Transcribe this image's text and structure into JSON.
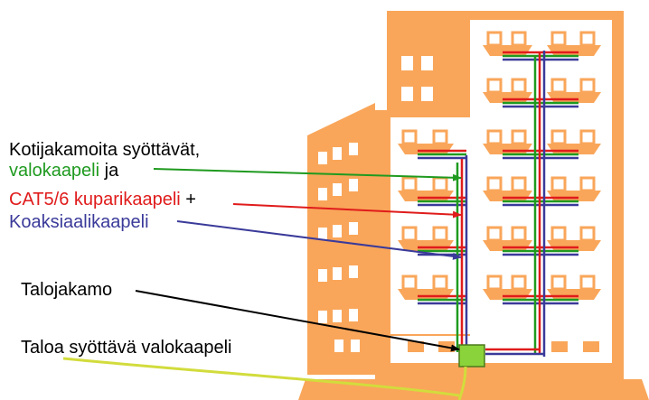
{
  "labels": {
    "kotijakamoita": "Kotijakamoita syöttävät,",
    "valokaapeli": "valokaapeli",
    "ja": " ja",
    "cat": "CAT5/6 kuparikaapeli",
    "plus": " +",
    "koaksiaali": "Koaksiaalikaapeli",
    "talojakamo": "Talojakamo",
    "taloa": "Taloa syöttävä valokaapeli"
  },
  "colors": {
    "building": "#F9A65A",
    "fiber": "#1F9A1F",
    "copper": "#E01B1B",
    "coax": "#3A3A9A",
    "incoming": "#D2DC3C",
    "box": "#8BD33A",
    "text": "#000000"
  },
  "icons": [
    "arrow-icon",
    "apartment-box-icon",
    "distribution-box-icon"
  ]
}
